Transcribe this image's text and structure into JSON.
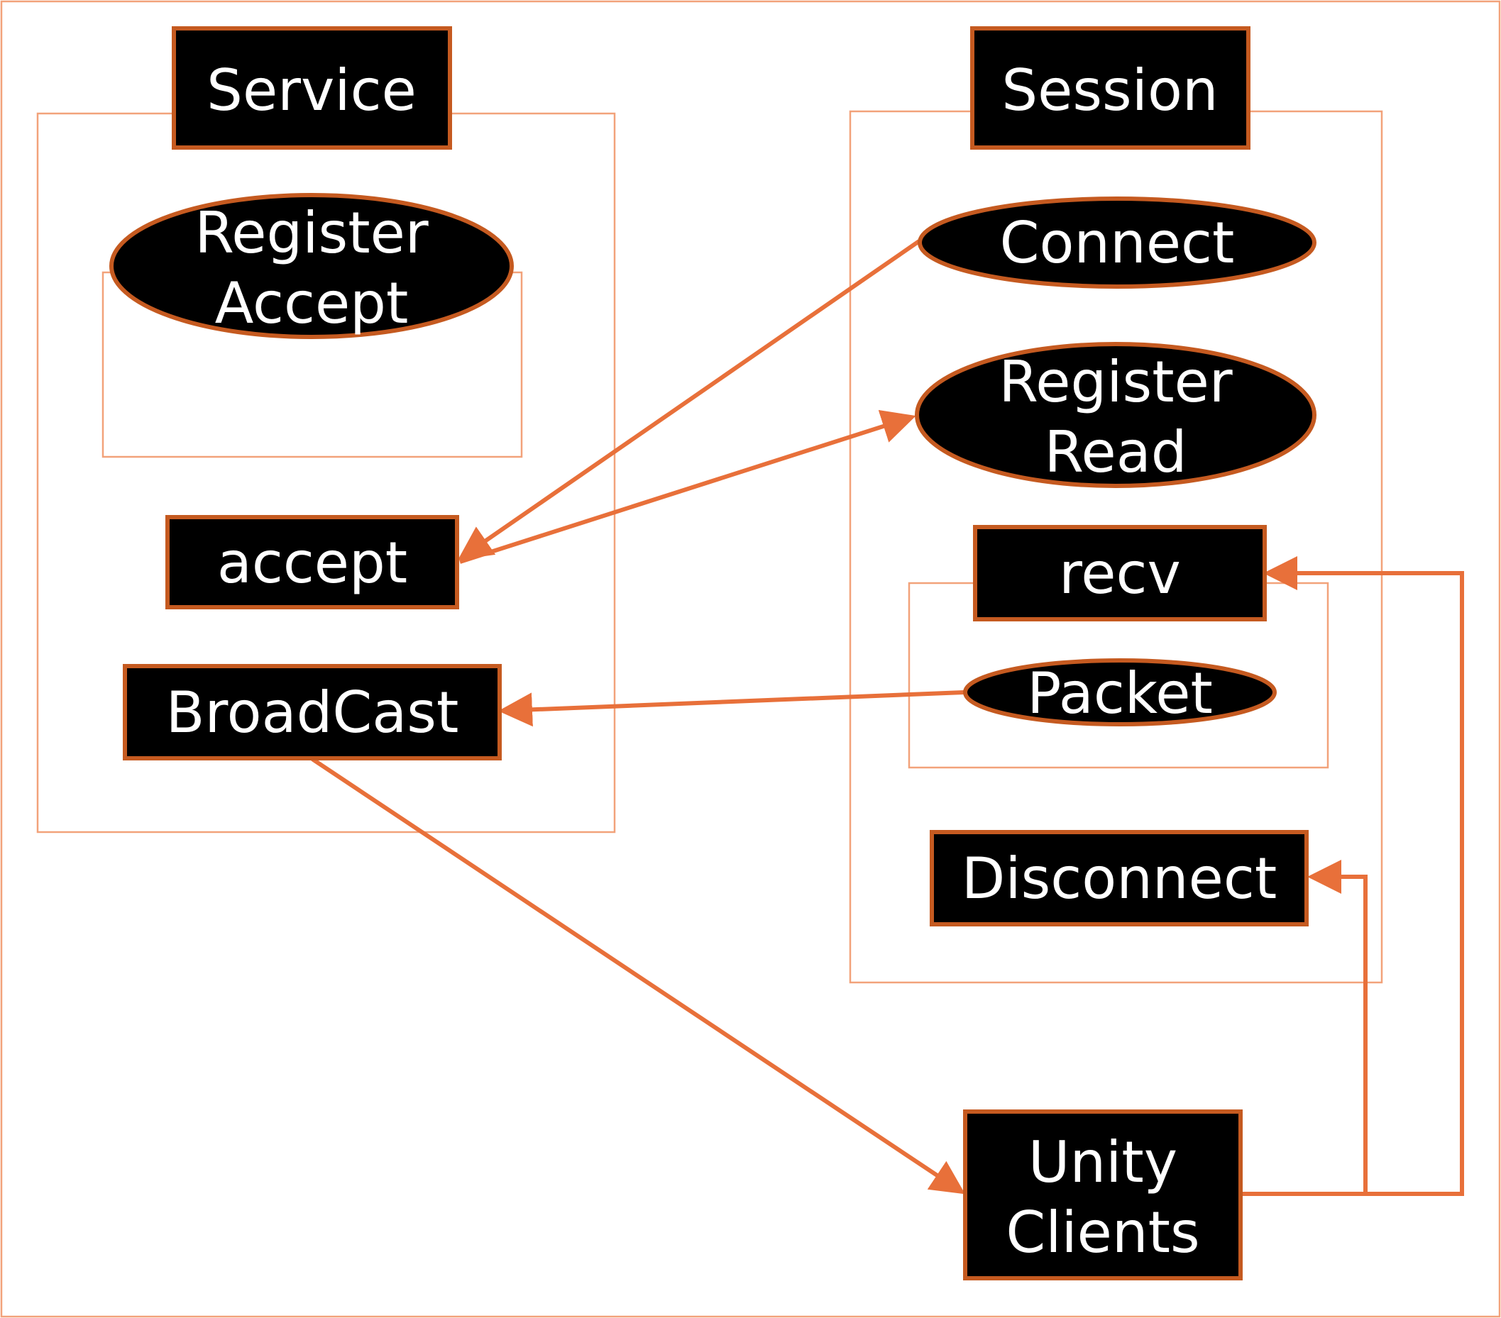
{
  "groups": {
    "service": "Service",
    "session": "Session"
  },
  "nodes": {
    "register_accept": [
      "Register",
      "Accept"
    ],
    "accept": "accept",
    "broadcast": "BroadCast",
    "connect": "Connect",
    "register_read": [
      "Register",
      "Read"
    ],
    "recv": "recv",
    "packet": "Packet",
    "disconnect": "Disconnect",
    "unity_clients": [
      "Unity",
      "Clients"
    ]
  },
  "colors": {
    "node_fill": "#000000",
    "node_border": "#c55a20",
    "node_text": "#ffffff",
    "arrow": "#e8703a",
    "frame": "#f2a27a"
  }
}
